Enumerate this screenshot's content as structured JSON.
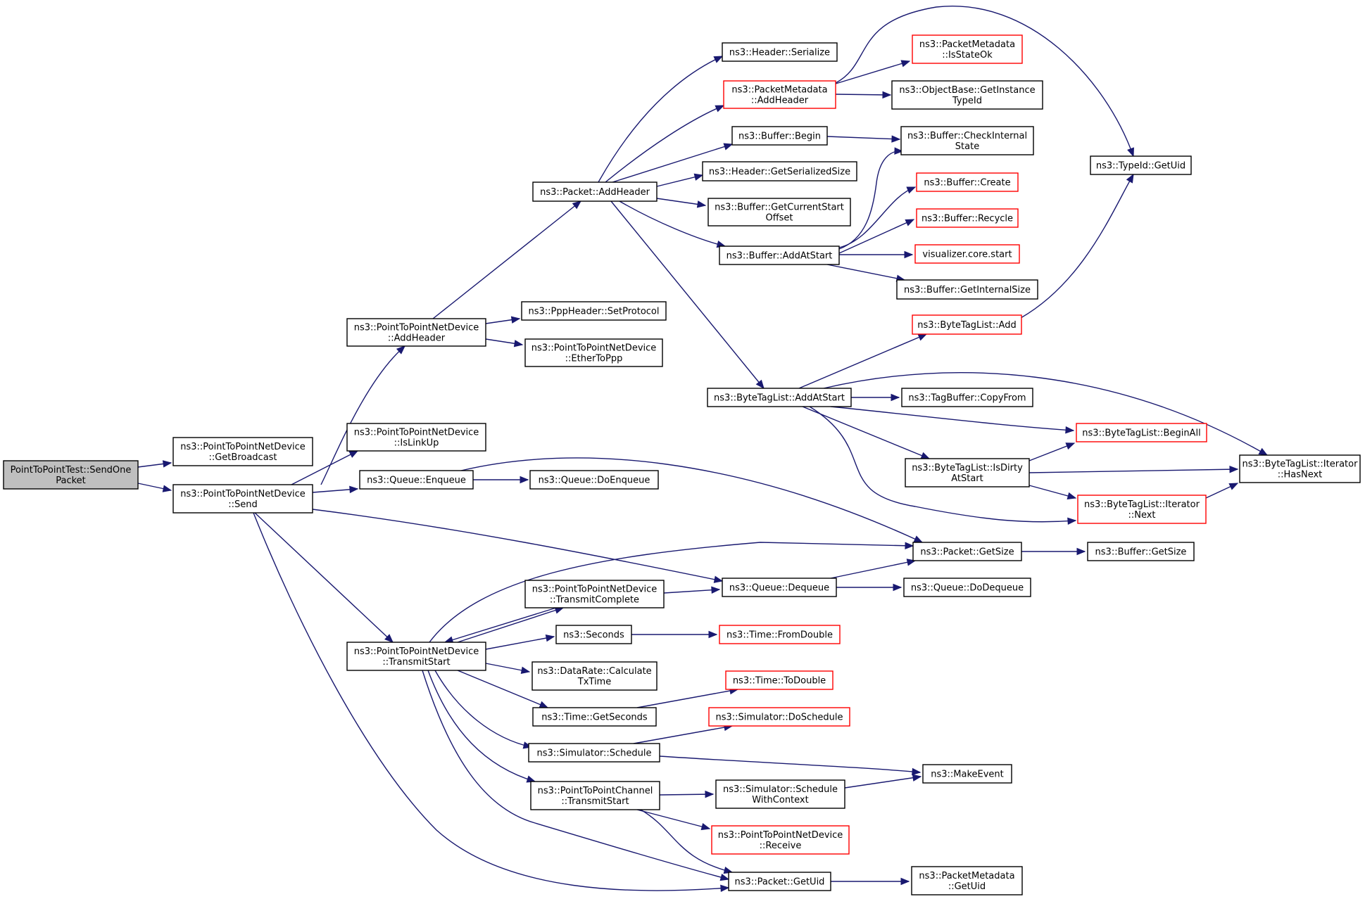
{
  "colors": {
    "edge": "#191970",
    "red_border": "#ff0000",
    "root_fill": "#bfbfbf"
  },
  "nodes": [
    {
      "id": "root",
      "lines": [
        "PointToPointTest::SendOne",
        "Packet"
      ],
      "style": "root"
    },
    {
      "id": "getbroadcast",
      "lines": [
        "ns3::PointToPointNetDevice",
        "::GetBroadcast"
      ],
      "style": "normal"
    },
    {
      "id": "send",
      "lines": [
        "ns3::PointToPointNetDevice",
        "::Send"
      ],
      "style": "normal"
    },
    {
      "id": "p2p_addheader",
      "lines": [
        "ns3::PointToPointNetDevice",
        "::AddHeader"
      ],
      "style": "normal"
    },
    {
      "id": "islinkup",
      "lines": [
        "ns3::PointToPointNetDevice",
        "::IsLinkUp"
      ],
      "style": "normal"
    },
    {
      "id": "enqueue",
      "lines": [
        "ns3::Queue::Enqueue"
      ],
      "style": "normal"
    },
    {
      "id": "doenqueue",
      "lines": [
        "ns3::Queue::DoEnqueue"
      ],
      "style": "normal"
    },
    {
      "id": "transmitstart",
      "lines": [
        "ns3::PointToPointNetDevice",
        "::TransmitStart"
      ],
      "style": "normal"
    },
    {
      "id": "pkt_addheader",
      "lines": [
        "ns3::Packet::AddHeader"
      ],
      "style": "normal"
    },
    {
      "id": "setprotocol",
      "lines": [
        "ns3::PppHeader::SetProtocol"
      ],
      "style": "normal"
    },
    {
      "id": "ethertoppp",
      "lines": [
        "ns3::PointToPointNetDevice",
        "::EtherToPpp"
      ],
      "style": "normal"
    },
    {
      "id": "hdr_serialize",
      "lines": [
        "ns3::Header::Serialize"
      ],
      "style": "normal"
    },
    {
      "id": "pm_addheader",
      "lines": [
        "ns3::PacketMetadata",
        "::AddHeader"
      ],
      "style": "red"
    },
    {
      "id": "buf_begin",
      "lines": [
        "ns3::Buffer::Begin"
      ],
      "style": "normal"
    },
    {
      "id": "hdr_getsize",
      "lines": [
        "ns3::Header::GetSerializedSize"
      ],
      "style": "normal"
    },
    {
      "id": "buf_getcurstart",
      "lines": [
        "ns3::Buffer::GetCurrentStart",
        "Offset"
      ],
      "style": "normal"
    },
    {
      "id": "buf_addatstart",
      "lines": [
        "ns3::Buffer::AddAtStart"
      ],
      "style": "normal"
    },
    {
      "id": "btl_addatstart",
      "lines": [
        "ns3::ByteTagList::AddAtStart"
      ],
      "style": "normal"
    },
    {
      "id": "pm_isstateok",
      "lines": [
        "ns3::PacketMetadata",
        "::IsStateOk"
      ],
      "style": "red"
    },
    {
      "id": "getinstancetypeid",
      "lines": [
        "ns3::ObjectBase::GetInstance",
        "TypeId"
      ],
      "style": "normal"
    },
    {
      "id": "buf_checkinternal",
      "lines": [
        "ns3::Buffer::CheckInternal",
        "State"
      ],
      "style": "normal"
    },
    {
      "id": "buf_create",
      "lines": [
        "ns3::Buffer::Create"
      ],
      "style": "red"
    },
    {
      "id": "buf_recycle",
      "lines": [
        "ns3::Buffer::Recycle"
      ],
      "style": "red"
    },
    {
      "id": "viz_start",
      "lines": [
        "visualizer.core.start"
      ],
      "style": "red"
    },
    {
      "id": "buf_getinternalsize",
      "lines": [
        "ns3::Buffer::GetInternalSize"
      ],
      "style": "normal"
    },
    {
      "id": "btl_add",
      "lines": [
        "ns3::ByteTagList::Add"
      ],
      "style": "red"
    },
    {
      "id": "tagbuf_copyfrom",
      "lines": [
        "ns3::TagBuffer::CopyFrom"
      ],
      "style": "normal"
    },
    {
      "id": "btl_beginall",
      "lines": [
        "ns3::ByteTagList::BeginAll"
      ],
      "style": "red"
    },
    {
      "id": "btl_isdirty",
      "lines": [
        "ns3::ByteTagList::IsDirty",
        "AtStart"
      ],
      "style": "normal"
    },
    {
      "id": "btl_iter_next",
      "lines": [
        "ns3::ByteTagList::Iterator",
        "::Next"
      ],
      "style": "red"
    },
    {
      "id": "btl_iter_hasnext",
      "lines": [
        "ns3::ByteTagList::Iterator",
        "::HasNext"
      ],
      "style": "normal"
    },
    {
      "id": "typeid_getuid",
      "lines": [
        "ns3::TypeId::GetUid"
      ],
      "style": "normal"
    },
    {
      "id": "pkt_getsize",
      "lines": [
        "ns3::Packet::GetSize"
      ],
      "style": "normal"
    },
    {
      "id": "buf_getsize",
      "lines": [
        "ns3::Buffer::GetSize"
      ],
      "style": "normal"
    },
    {
      "id": "transmitcomplete",
      "lines": [
        "ns3::PointToPointNetDevice",
        "::TransmitComplete"
      ],
      "style": "normal"
    },
    {
      "id": "dequeue",
      "lines": [
        "ns3::Queue::Dequeue"
      ],
      "style": "normal"
    },
    {
      "id": "dodequeue",
      "lines": [
        "ns3::Queue::DoDequeue"
      ],
      "style": "normal"
    },
    {
      "id": "seconds",
      "lines": [
        "ns3::Seconds"
      ],
      "style": "normal"
    },
    {
      "id": "time_fromdouble",
      "lines": [
        "ns3::Time::FromDouble"
      ],
      "style": "red"
    },
    {
      "id": "datarate_calc",
      "lines": [
        "ns3::DataRate::Calculate",
        "TxTime"
      ],
      "style": "normal"
    },
    {
      "id": "time_getseconds",
      "lines": [
        "ns3::Time::GetSeconds"
      ],
      "style": "normal"
    },
    {
      "id": "time_todouble",
      "lines": [
        "ns3::Time::ToDouble"
      ],
      "style": "red"
    },
    {
      "id": "sim_schedule",
      "lines": [
        "ns3::Simulator::Schedule"
      ],
      "style": "normal"
    },
    {
      "id": "sim_doschedule",
      "lines": [
        "ns3::Simulator::DoSchedule"
      ],
      "style": "red"
    },
    {
      "id": "makeevent",
      "lines": [
        "ns3::MakeEvent"
      ],
      "style": "normal"
    },
    {
      "id": "chan_transmitstart",
      "lines": [
        "ns3::PointToPointChannel",
        "::TransmitStart"
      ],
      "style": "normal"
    },
    {
      "id": "sim_schedwithctx",
      "lines": [
        "ns3::Simulator::Schedule",
        "WithContext"
      ],
      "style": "normal"
    },
    {
      "id": "p2p_receive",
      "lines": [
        "ns3::PointToPointNetDevice",
        "::Receive"
      ],
      "style": "red"
    },
    {
      "id": "pkt_getuid",
      "lines": [
        "ns3::Packet::GetUid"
      ],
      "style": "normal"
    },
    {
      "id": "pm_getuid",
      "lines": [
        "ns3::PacketMetadata",
        "::GetUid"
      ],
      "style": "normal"
    }
  ]
}
